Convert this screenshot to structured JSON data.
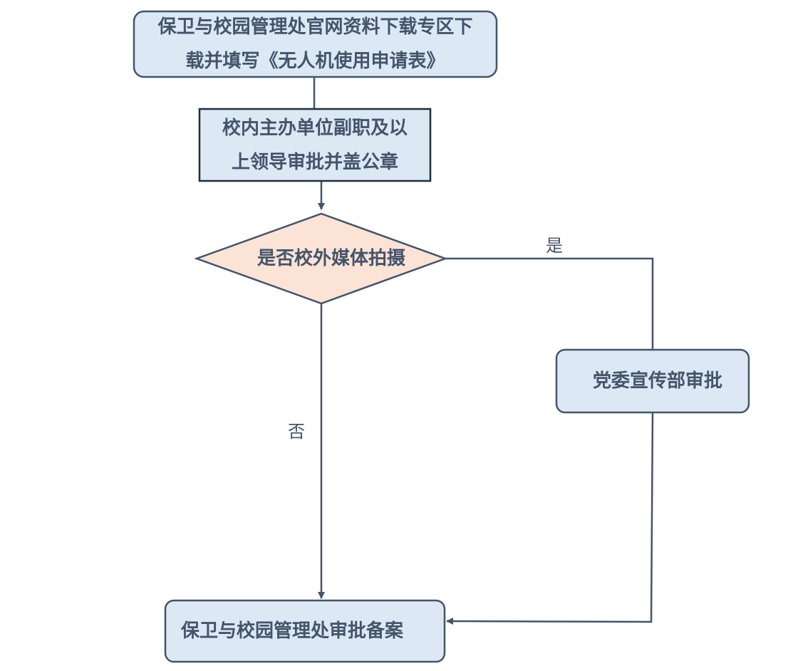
{
  "nodes": {
    "download_form": {
      "line1": "保卫与校园管理处官网资料下载专区下",
      "line2": "载并填写《无人机使用申请表》"
    },
    "leader_approval": {
      "line1": "校内主办单位副职及以",
      "line2": "上领导审批并盖公章"
    },
    "decision": {
      "label": "是否校外媒体拍摄"
    },
    "propaganda_approval": {
      "label": "党委宣传部审批"
    },
    "security_filing": {
      "label": "保卫与校园管理处审批备案"
    }
  },
  "edges": {
    "yes_label": "是",
    "no_label": "否"
  },
  "colors": {
    "box_fill": "#dde8f5",
    "box_stroke": "#44546a",
    "diamond_fill": "#fbe3d6",
    "line": "#44546a",
    "text": "#44546a"
  }
}
